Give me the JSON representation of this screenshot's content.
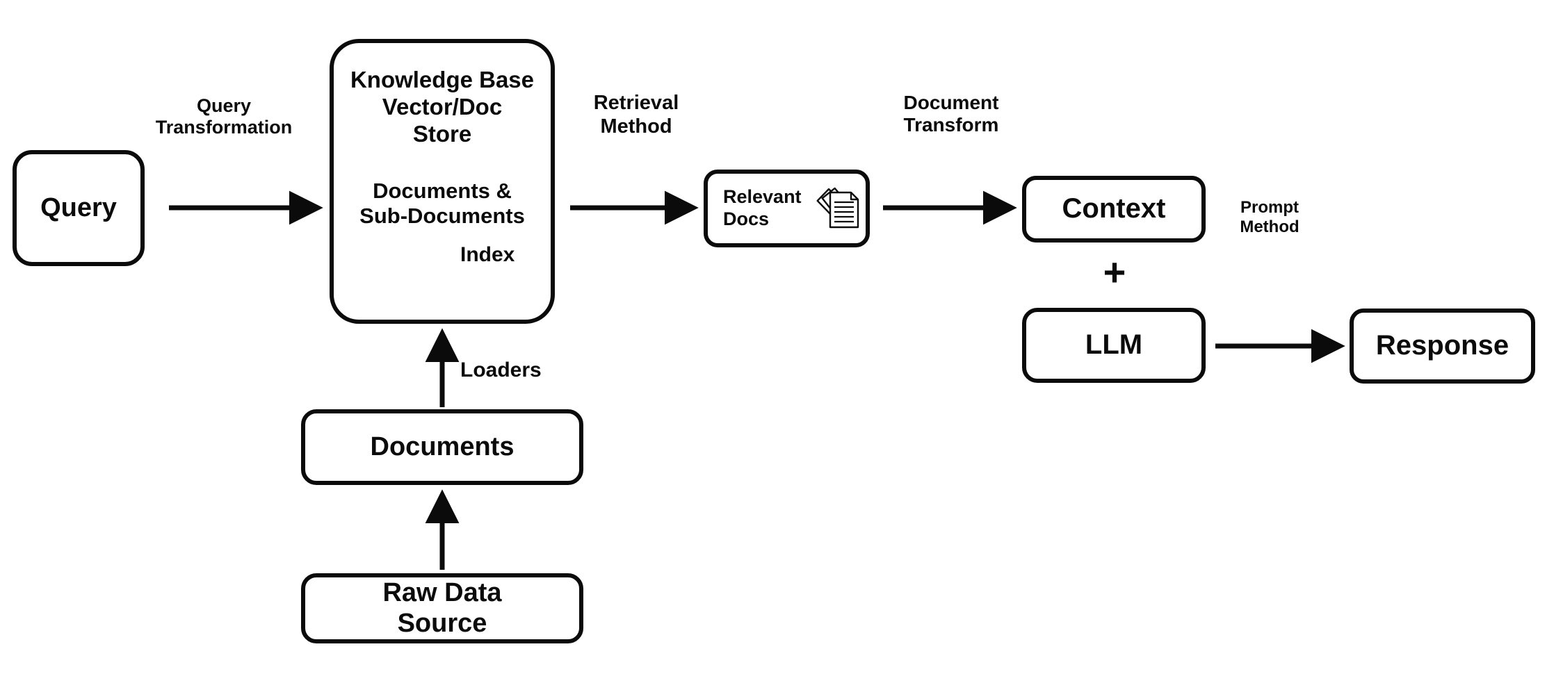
{
  "diagram": {
    "title": "RAG pipeline flow diagram",
    "colors": {
      "stroke": "#0b0b0b",
      "background": "#ffffff"
    },
    "nodes": {
      "query": {
        "label": "Query"
      },
      "knowledge_base": {
        "title": "Knowledge Base\nVector/Doc\nStore",
        "subtitle": "Documents &\nSub-Documents"
      },
      "relevant_docs": {
        "label": "Relevant\nDocs",
        "icon": "documents-stack-icon"
      },
      "context": {
        "label": "Context"
      },
      "llm": {
        "label": "LLM"
      },
      "response": {
        "label": "Response"
      },
      "documents": {
        "label": "Documents"
      },
      "raw_data_source": {
        "label": "Raw Data\nSource"
      }
    },
    "operators": {
      "plus": "+"
    },
    "edge_labels": {
      "query_transformation": "Query\nTransformation",
      "retrieval_method": "Retrieval\nMethod",
      "document_transform": "Document\nTransform",
      "prompt_method": "Prompt\nMethod",
      "index": "Index",
      "loaders": "Loaders"
    },
    "edges": [
      {
        "from": "query",
        "to": "knowledge_base",
        "label": "Query Transformation",
        "direction": "right"
      },
      {
        "from": "knowledge_base",
        "to": "relevant_docs",
        "label": "Retrieval Method",
        "direction": "right"
      },
      {
        "from": "relevant_docs",
        "to": "context",
        "label": "Document Transform",
        "direction": "right"
      },
      {
        "from": "llm",
        "to": "response",
        "label": "Prompt Method",
        "direction": "right"
      },
      {
        "from": "documents",
        "to": "knowledge_base",
        "label": "Index",
        "direction": "up"
      },
      {
        "from": "raw_data_source",
        "to": "documents",
        "label": "Loaders",
        "direction": "up"
      }
    ]
  }
}
